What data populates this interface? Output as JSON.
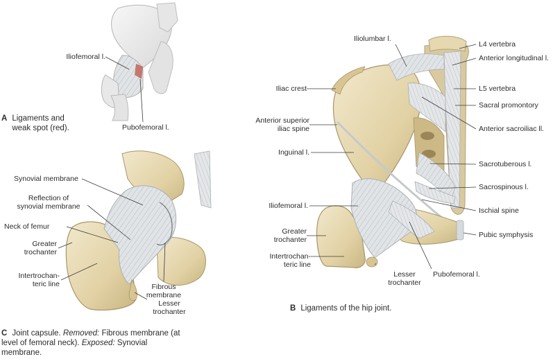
{
  "colors": {
    "bone": "#e5d7ae",
    "bone_dark": "#c9b683",
    "bone_light": "#f1e8cc",
    "ligament": "#dfe2e4",
    "ligament_line": "#a9afb4",
    "weak_spot": "#c0655a",
    "sketch_bone": "#ebebeb"
  },
  "figure_a": {
    "caption_letter": "A",
    "caption_text": "Ligaments and\nweak spot (red).",
    "labels": {
      "iliofemoral": "Iliofemoral l.",
      "pubofemoral": "Pubofemoral l."
    }
  },
  "figure_b": {
    "caption_letter": "B",
    "caption_text": "Ligaments of the hip joint.",
    "labels": {
      "iliolumbar": "Iliolumbar l.",
      "l4_vertebra": "L4 vertebra",
      "anterior_longitudinal": "Anterior longitudinal l.",
      "l5_vertebra": "L5 vertebra",
      "sacral_promontory": "Sacral promontory",
      "anterior_sacroiliac": "Anterior sacroiliac ll.",
      "iliac_crest": "Iliac crest",
      "anterior_superior_iliac_spine": "Anterior superior\niliac spine",
      "inguinal": "Inguinal l.",
      "sacrotuberous": "Sacrotuberous l.",
      "sacrospinous": "Sacrospinous l.",
      "iliofemoral": "Iliofemoral l.",
      "ischial_spine": "Ischial spine",
      "greater_trochanter": "Greater\ntrochanter",
      "pubic_symphysis": "Pubic symphysis",
      "intertrochanteric_line": "Intertrochan-\nteric line",
      "lesser_trochanter": "Lesser\ntrochanter",
      "pubofemoral": "Pubofemoral l."
    }
  },
  "figure_c": {
    "caption_letter": "C",
    "caption_lead": "Joint capsule. ",
    "caption_removed_label": "Removed:",
    "caption_removed_text": " Fibrous membrane (at level of femoral neck). ",
    "caption_exposed_label": "Exposed:",
    "caption_exposed_text": " Synovial membrane.",
    "labels": {
      "synovial_membrane": "Synovial membrane",
      "reflection_synovial": "Reflection of\nsynovial membrane",
      "neck_of_femur": "Neck of femur",
      "greater_trochanter": "Greater\ntrochanter",
      "intertrochanteric_line": "Intertrochan-\nteric line",
      "fibrous_membrane": "Fibrous\nmembrane",
      "lesser_trochanter": "Lesser\ntrochanter"
    }
  }
}
